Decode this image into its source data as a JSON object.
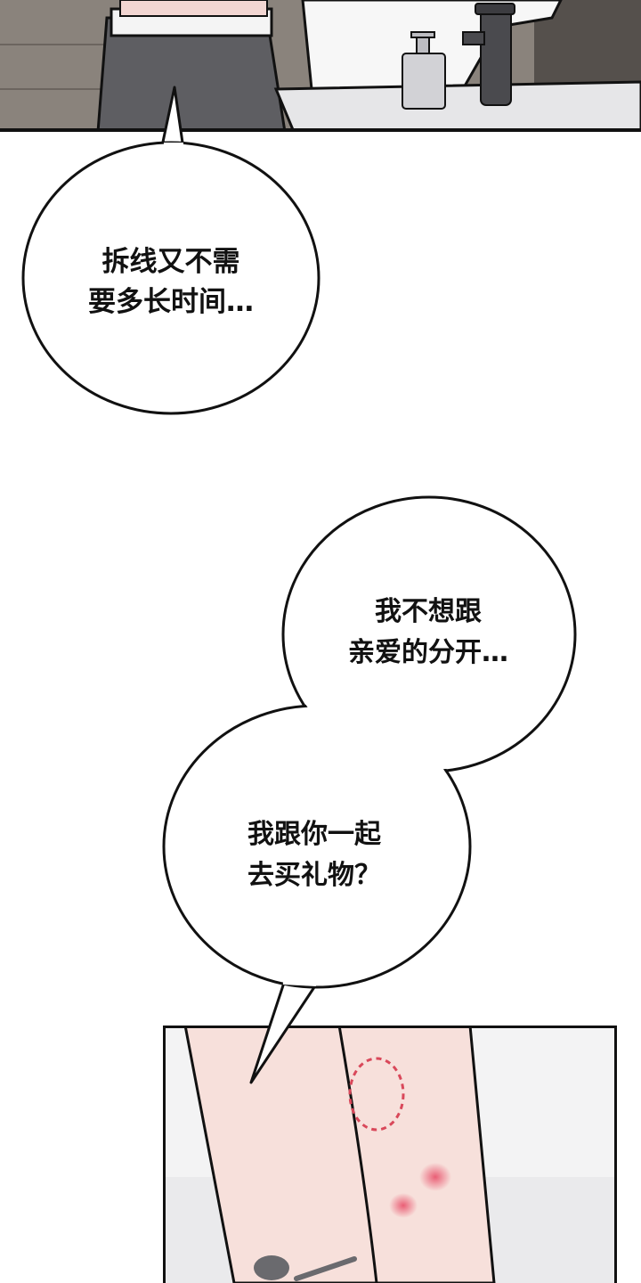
{
  "page": {
    "background": "#ffffff"
  },
  "panels": {
    "top": {
      "scene": "bathroom-sink",
      "frame_color": "#111111"
    },
    "bottom": {
      "scene": "arm-with-scar",
      "frame_color": "#111111"
    }
  },
  "bubbles": {
    "b1": {
      "line1": "拆线又不需",
      "line2": "要多长时间…"
    },
    "b2": {
      "line1": "我不想跟",
      "line2": "亲爱的分开…"
    },
    "b3": {
      "line1": "我跟你一起",
      "line2": "去买礼物？"
    }
  },
  "colors": {
    "wall": "#7d7670",
    "pants": "#5a5a5e",
    "skin": "#f6dcd6",
    "scar": "#d9485a",
    "sink": "#e4e4e6",
    "bubble_stroke": "#111111"
  }
}
